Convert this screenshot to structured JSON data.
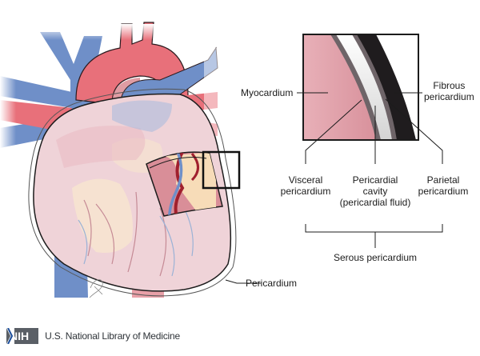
{
  "figure": {
    "labels": {
      "myocardium": "Myocardium",
      "fibrous_line1": "Fibrous",
      "fibrous_line2": "pericardium",
      "visceral_line1": "Visceral",
      "visceral_line2": "pericardium",
      "cavity_line1": "Pericardial",
      "cavity_line2": "cavity",
      "cavity_line3": "(pericardial fluid)",
      "parietal_line1": "Parietal",
      "parietal_line2": "pericardium",
      "serous": "Serous pericardium",
      "pericardium": "Pericardium"
    },
    "colors": {
      "artery": "#e8707a",
      "vein": "#6f8fc8",
      "myocardium": "#d98e98",
      "heart_fill": "#efd3d8",
      "fibrous": "#1f1c1e",
      "serous_layer": "#6e6468",
      "cavity": "#dcdcdc"
    }
  },
  "footer": {
    "logo_text": "NIH",
    "org_name": "U.S. National Library of Medicine"
  }
}
